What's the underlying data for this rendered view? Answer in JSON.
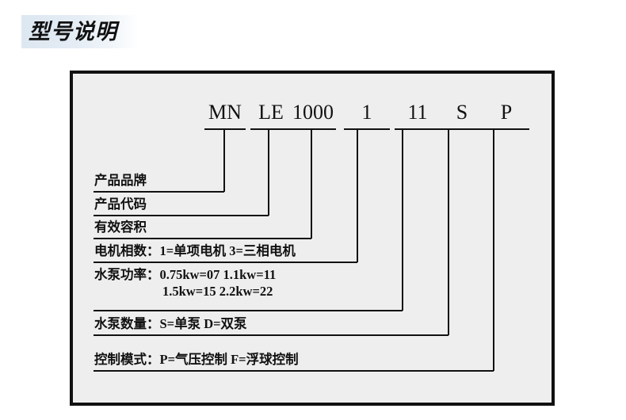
{
  "page": {
    "title": "型号说明",
    "background_color": "#ffffff",
    "panel_color": "#eeeeee",
    "border_color": "#111111",
    "accent_gradient": "#dde7f1"
  },
  "model_code": {
    "segments": [
      {
        "text": "MN",
        "name": "code-segment-brand"
      },
      {
        "text": "LE",
        "name": "code-segment-product-code"
      },
      {
        "text": "1000",
        "name": "code-segment-volume"
      },
      {
        "text": "1",
        "name": "code-segment-motor-phase"
      },
      {
        "text": "11",
        "name": "code-segment-pump-power"
      },
      {
        "text": "S",
        "name": "code-segment-pump-count"
      },
      {
        "text": "P",
        "name": "code-segment-control-mode"
      }
    ]
  },
  "legend": {
    "rows": [
      {
        "label": "产品品牌",
        "values": "",
        "values2": ""
      },
      {
        "label": "产品代码",
        "values": "",
        "values2": ""
      },
      {
        "label": "有效容积",
        "values": "",
        "values2": ""
      },
      {
        "label": "电机相数：",
        "values": "1=单项电机  3=三相电机",
        "values2": ""
      },
      {
        "label": "水泵功率：",
        "values": "0.75kw=07  1.1kw=11",
        "values2": "1.5kw=15   2.2kw=22"
      },
      {
        "label": "水泵数量：",
        "values": "S=单泵    D=双泵",
        "values2": ""
      },
      {
        "label": "控制模式：",
        "values": "P=气压控制  F=浮球控制",
        "values2": ""
      }
    ]
  }
}
